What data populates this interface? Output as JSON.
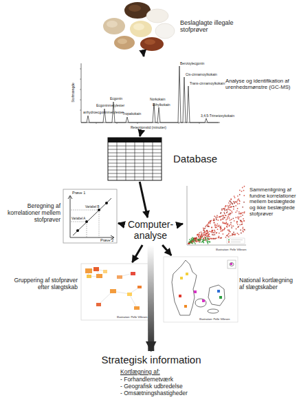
{
  "diagram": {
    "nodes": [
      {
        "text": [
          "Beslaglagte illegale stofprøver"
        ]
      },
      {
        "text": [
          "Analyse og identifikation af urenhedsmønstre (GC-MS)"
        ]
      },
      {
        "text": [
          "Database"
        ]
      },
      {
        "text": [
          "Computer-analyse"
        ]
      },
      {
        "text": [
          "Beregning af korrelationer mellem stofprøver"
        ]
      },
      {
        "text": [
          "Sammenligning af fundne korrelationer mellem beslægtede og ikke beslægtede stofprøver"
        ]
      },
      {
        "text": [
          "Gruppering af stofprøver efter slægtskab"
        ]
      },
      {
        "text": [
          "National kortlægning af slægtskaber"
        ]
      },
      {
        "text": [
          "Strategisk information",
          "Kortlægning af:",
          "- Forhandlernetværk",
          "- Geografisk udbredelse",
          "- Omsætningshastigheder"
        ]
      }
    ],
    "edges": [
      {
        "from": 0,
        "to": 1,
        "arrow": "to"
      },
      {
        "from": 1,
        "to": 2,
        "arrow": "to"
      },
      {
        "from": 2,
        "to": 3,
        "arrow": "to"
      },
      {
        "from": 3,
        "to": 4,
        "arrow": "to"
      },
      {
        "from": 3,
        "to": 5,
        "arrow": "to"
      },
      {
        "from": 3,
        "to": 6,
        "arrow": "to"
      },
      {
        "from": 3,
        "to": 7,
        "arrow": "to"
      },
      {
        "from": 3,
        "to": 8,
        "arrow": "to"
      }
    ],
    "labels": [
      "Stofmængde",
      "Retentionstid (minutter)",
      "Benzoylecgonin",
      "Cis-cinnamoylkokain",
      "Trans-cinnamoylkokain",
      "Norkokain",
      "Ethylkokain",
      "Tropakokain",
      "Ecgonin",
      "Ecgoninmetylester",
      "anhydroecgoninmetylester",
      "3,4,5-Trimetoxykokain",
      "Prøve 1",
      "Prøve 2",
      "Variabel A",
      "Variabel B",
      "Illustration: Pelle Villesen",
      "Illustration: Pelle Villesen",
      "Illustration: Pelle Villesen"
    ]
  }
}
